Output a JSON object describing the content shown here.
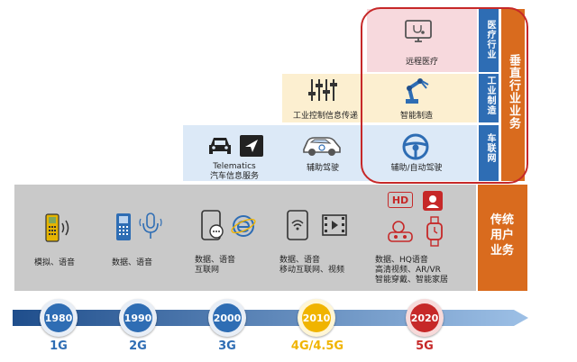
{
  "vertical_band": {
    "title": "垂直行业业务",
    "medical": {
      "side": "医疗行业",
      "item": "远程医疗"
    },
    "industry": {
      "side": "工业制造",
      "item_left": "工业控制信息传递",
      "item_right": "智能制造"
    },
    "vehicle": {
      "side": "车联网",
      "item_left_en": "Telematics",
      "item_left_cn": "汽车信息服务",
      "item_mid": "辅助驾驶",
      "item_right": "辅助/自动驾驶"
    }
  },
  "traditional_band": {
    "title": "传统用户业务",
    "items": [
      {
        "lines": [
          "模拟、语音"
        ]
      },
      {
        "lines": [
          "数据、语音"
        ]
      },
      {
        "lines": [
          "数据、语音",
          "互联网"
        ]
      },
      {
        "lines": [
          "数据、语音",
          "移动互联网、视频"
        ]
      },
      {
        "lines": [
          "数据、HQ语音",
          "高清视频、AR/VR",
          "智能穿戴、智能家居"
        ]
      }
    ],
    "hd_badge": "HD"
  },
  "timeline": {
    "years": [
      "1980",
      "1990",
      "2000",
      "2010",
      "2020"
    ],
    "generations": [
      "1G",
      "2G",
      "3G",
      "4G/4.5G",
      "5G"
    ]
  },
  "colors": {
    "blue_dark": "#2E6DB4",
    "blue_light": "#DCE9F7",
    "orange": "#D96B1E",
    "yellow_light": "#FCEFD0",
    "pink_light": "#F7D9DD",
    "gray_band": "#C9C9C9",
    "red_outline": "#C62828",
    "gen_4g": "#F0B400",
    "gen_5g": "#C62828"
  }
}
